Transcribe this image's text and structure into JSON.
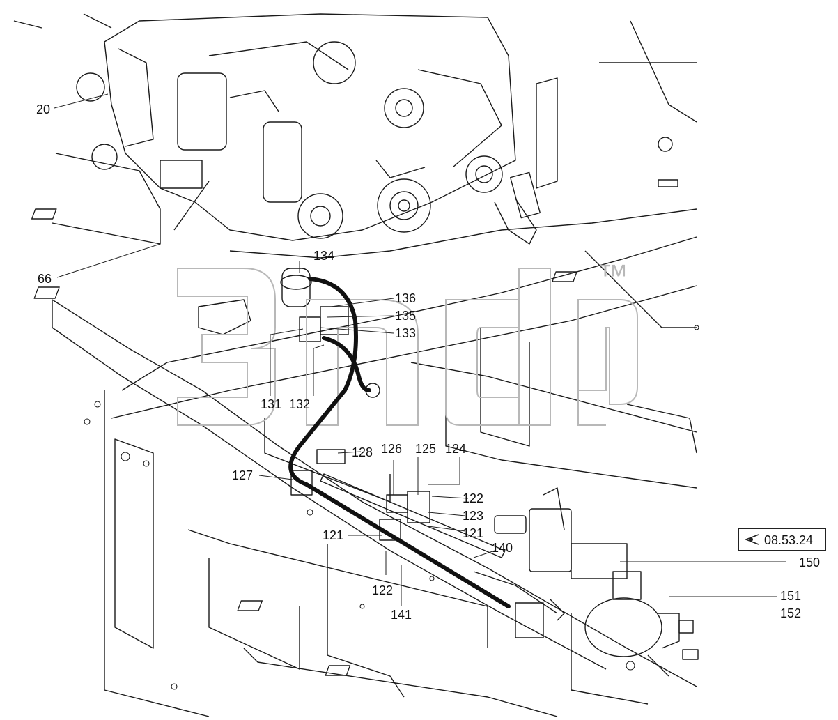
{
  "diagram": {
    "watermark_mark": "™",
    "reference": {
      "icon": "view-eye-icon",
      "code": "08.53.24"
    },
    "callouts": [
      "20",
      "66",
      "134",
      "136",
      "135",
      "133",
      "131",
      "132",
      "128",
      "126",
      "125",
      "124",
      "127",
      "122",
      "123",
      "121",
      "140",
      "121",
      "122",
      "141",
      "150",
      "151",
      "152"
    ]
  }
}
